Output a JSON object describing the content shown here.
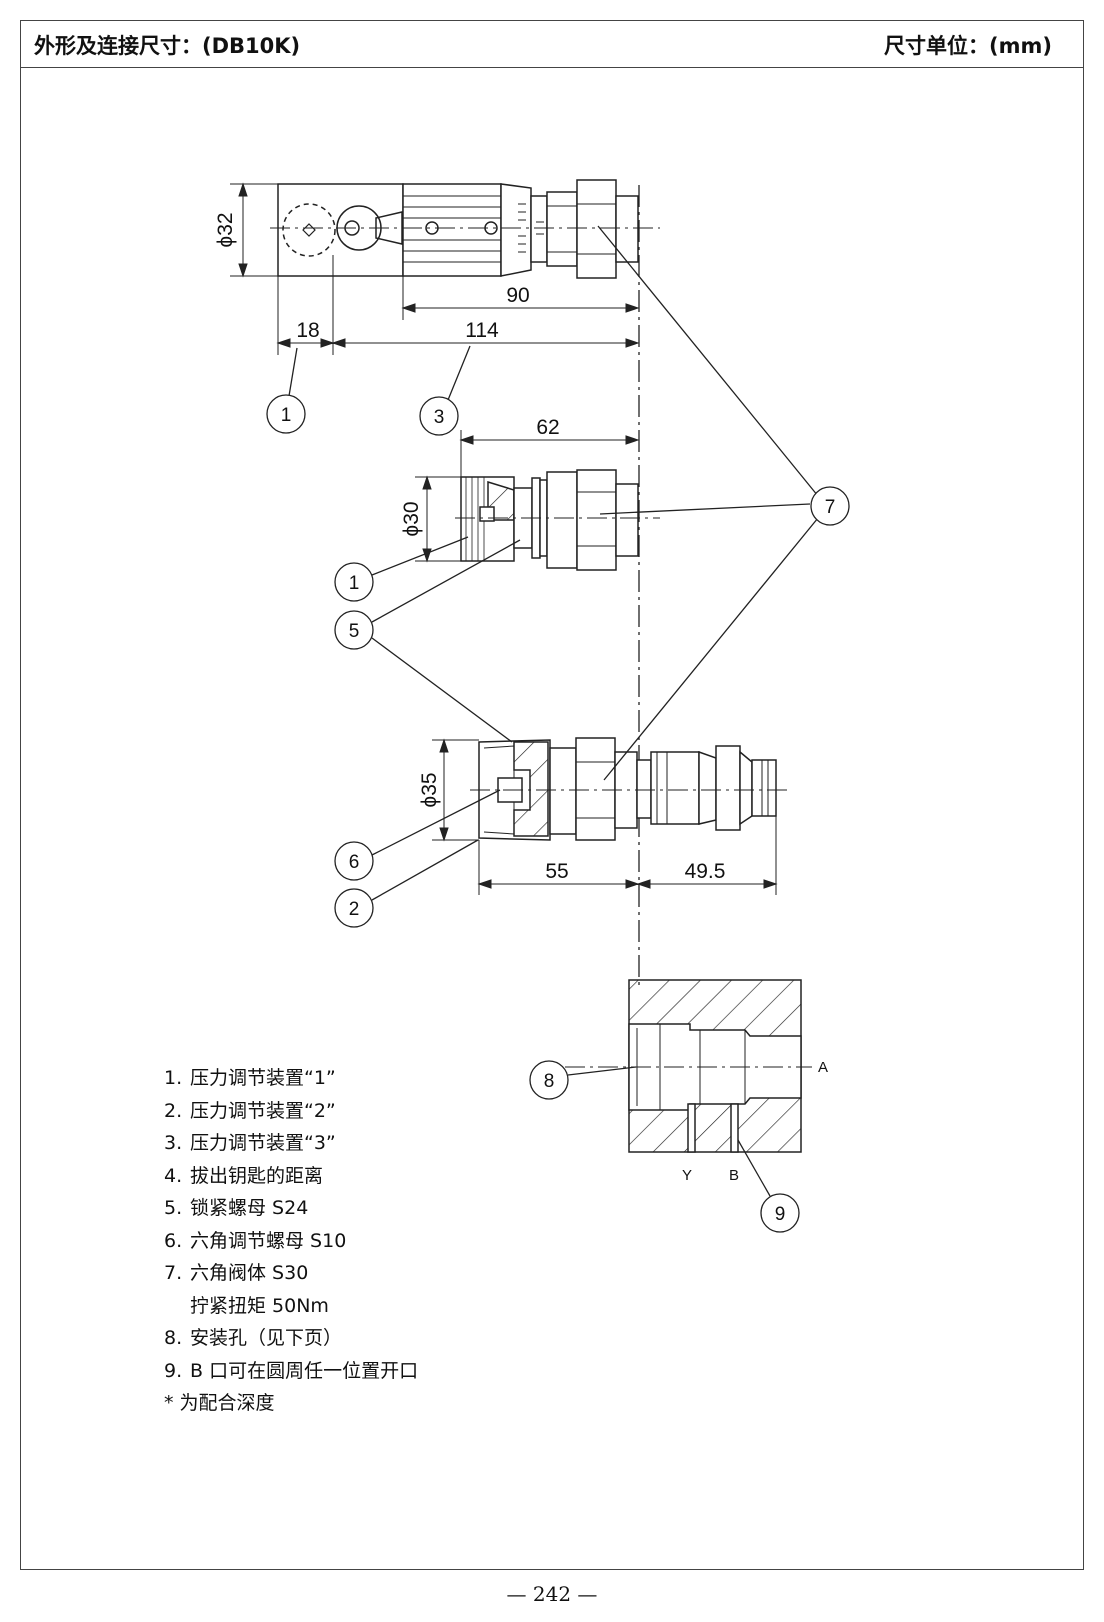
{
  "header": {
    "title": "外形及连接尺寸：(DB10K)",
    "unit": "尺寸单位：(mm)"
  },
  "dimensions": {
    "d32": "ϕ32",
    "d30": "ϕ30",
    "d35": "ϕ35",
    "l90": "90",
    "l18": "18",
    "l114": "114",
    "l62": "62",
    "l55": "55",
    "l49_5": "49.5"
  },
  "balloons": {
    "b1a": "1",
    "b3": "3",
    "b1b": "1",
    "b5": "5",
    "b7": "7",
    "b6": "6",
    "b2": "2",
    "b8": "8",
    "b9": "9"
  },
  "ports": {
    "a": "A",
    "y": "Y",
    "b": "B"
  },
  "legend": {
    "items": [
      {
        "num": "1.",
        "text": "压力调节装置“1”"
      },
      {
        "num": "2.",
        "text": "压力调节装置“2”"
      },
      {
        "num": "3.",
        "text": "压力调节装置“3”"
      },
      {
        "num": "4.",
        "text": "拔出钥匙的距离"
      },
      {
        "num": "5.",
        "text": "锁紧螺母 S24"
      },
      {
        "num": "6.",
        "text": "六角调节螺母 S10"
      },
      {
        "num": "7.",
        "text": "六角阀体 S30"
      }
    ],
    "item7_cont": "拧紧扭矩 50Nm",
    "item8": {
      "num": "8.",
      "text": "安装孔（见下页）"
    },
    "item9": {
      "num": "9.",
      "text": "B 口可在圆周任一位置开口"
    },
    "note": "* 为配合深度"
  },
  "footer": {
    "page_number": "— 242 —"
  }
}
